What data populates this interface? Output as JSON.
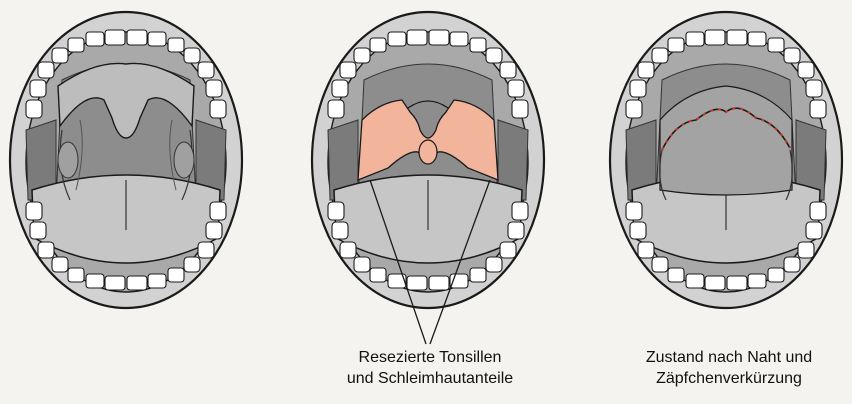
{
  "captions": {
    "middle": {
      "line1": "Resezierte Tonsillen",
      "line2": "und Schleimhautanteile"
    },
    "right": {
      "line1": "Zustand nach Naht und",
      "line2": "Zäpfchenverkürzung"
    }
  },
  "colors": {
    "resected_tissue": "#f2b59c",
    "suture": "#c0392b",
    "outline": "#1a1a1a"
  }
}
